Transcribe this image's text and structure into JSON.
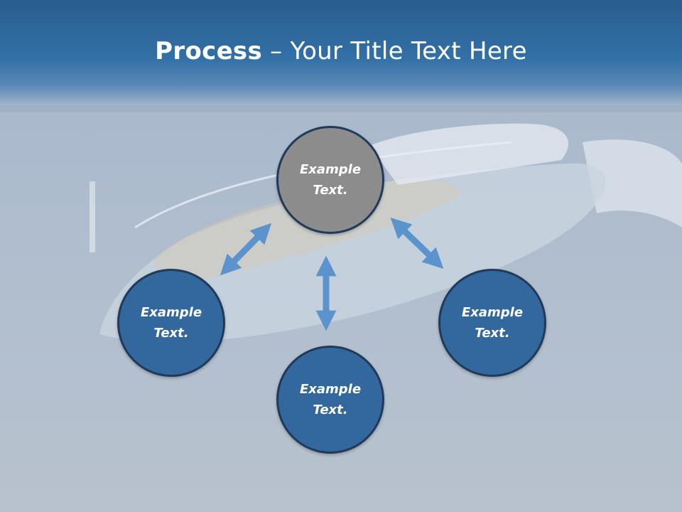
{
  "title": {
    "bold": "Process",
    "rest": " – Your Title Text Here"
  },
  "nodes": {
    "top": {
      "line1": "Example",
      "line2": "Text."
    },
    "left": {
      "line1": "Example",
      "line2": "Text."
    },
    "bottom": {
      "line1": "Example",
      "line2": "Text."
    },
    "right": {
      "line1": "Example",
      "line2": "Text."
    }
  },
  "colors": {
    "title_band": "#3270a6",
    "node_fill": "#32689e",
    "center_fill": "#8c8c8c",
    "arrow": "#5b93cc"
  }
}
